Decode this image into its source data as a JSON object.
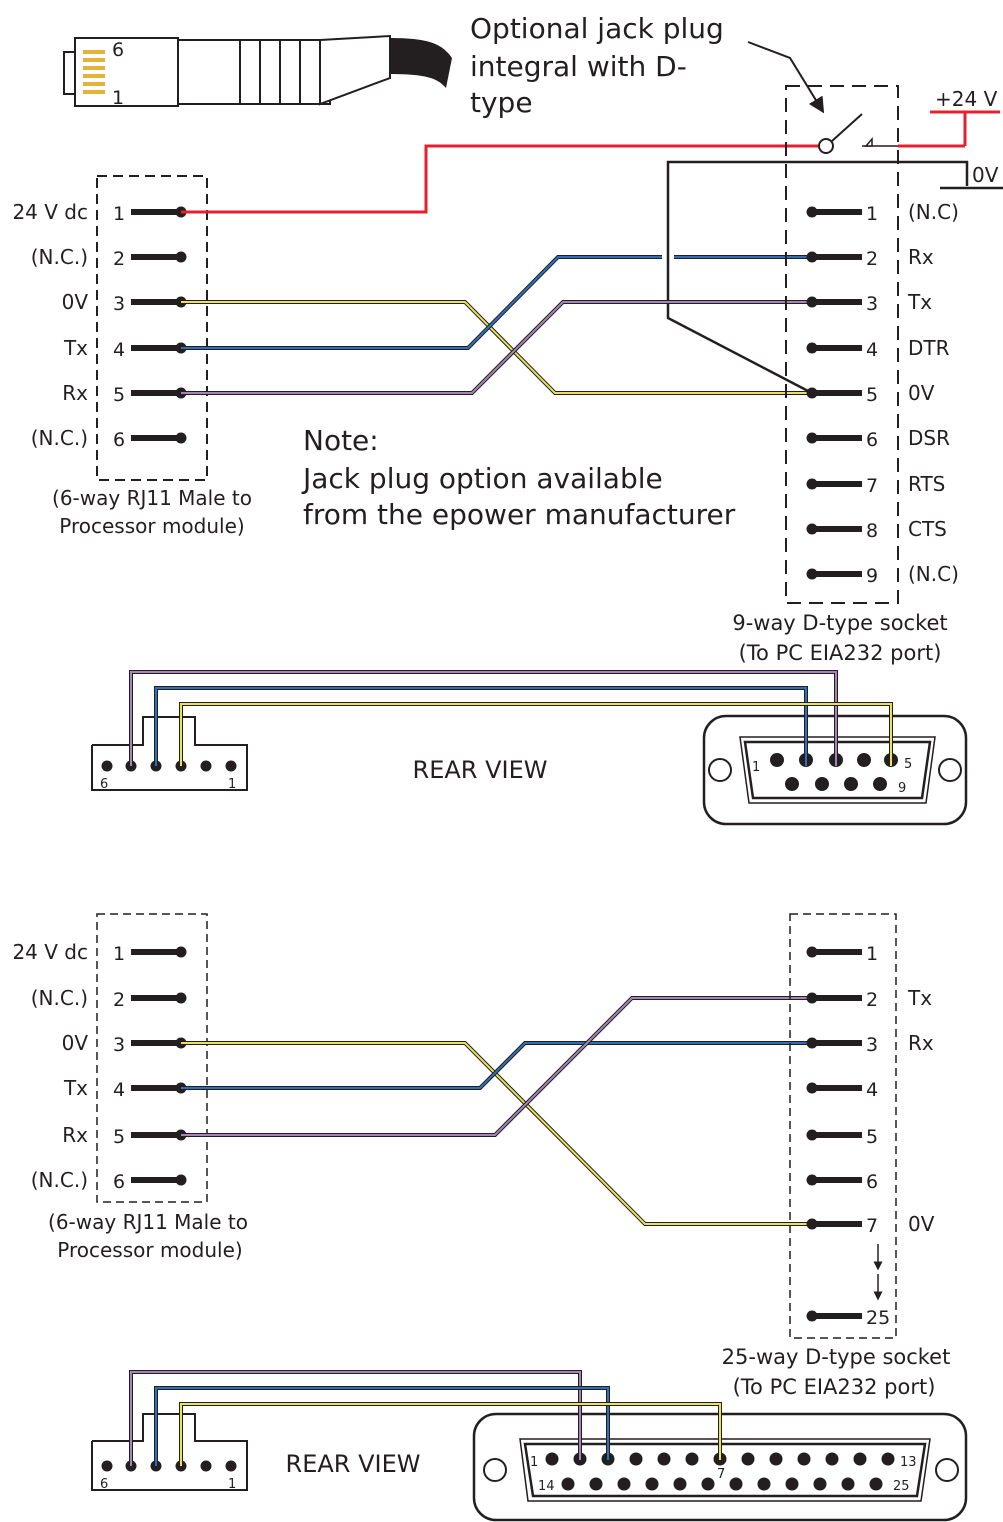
{
  "colors": {
    "red": "#e4202e",
    "blue": "#2e6fb7",
    "purple": "#a684b8",
    "yellow": "#e9e25a",
    "dark": "#231f20"
  },
  "jack": {
    "pin_top": "6",
    "pin_bottom": "1"
  },
  "callout": {
    "lines": [
      "Optional jack plug",
      "integral with D-",
      "type"
    ]
  },
  "supply": {
    "plus": "+24 V",
    "zero": "0V"
  },
  "note": {
    "lines": [
      "Note:",
      "Jack plug option available",
      "from the epower manufacturer"
    ]
  },
  "upper": {
    "rj11_labels": [
      "24 V dc",
      "(N.C.)",
      "0V",
      "Tx",
      "Rx",
      "(N.C.)"
    ],
    "rj11_pins": [
      "1",
      "2",
      "3",
      "4",
      "5",
      "6"
    ],
    "rj11_caption": [
      "(6-way RJ11 Male to",
      "Processor module)"
    ],
    "d9_pins": [
      "1",
      "2",
      "3",
      "4",
      "5",
      "6",
      "7",
      "8",
      "9"
    ],
    "d9_labels": [
      "(N.C)",
      "Rx",
      "Tx",
      "DTR",
      "0V",
      "DSR",
      "RTS",
      "CTS",
      "(N.C)"
    ],
    "d9_caption": [
      "9-way D-type socket",
      "(To PC EIA232 port)"
    ],
    "rear_view": "REAR VIEW",
    "rj_rear_pins": [
      "6",
      "1"
    ],
    "d9_rear_pins": [
      "1",
      "5",
      "9"
    ]
  },
  "lower": {
    "rj11_labels": [
      "24 V dc",
      "(N.C.)",
      "0V",
      "Tx",
      "Rx",
      "(N.C.)"
    ],
    "rj11_pins": [
      "1",
      "2",
      "3",
      "4",
      "5",
      "6"
    ],
    "rj11_caption": [
      "(6-way RJ11 Male to",
      "Processor module)"
    ],
    "d25_pins": [
      "1",
      "2",
      "3",
      "4",
      "5",
      "6",
      "7",
      "25"
    ],
    "d25_labels": [
      "Tx",
      "Rx",
      "0V"
    ],
    "d25_caption": [
      "25-way D-type socket",
      "(To PC EIA232 port)"
    ],
    "rear_view": "REAR VIEW",
    "rj_rear_pins": [
      "6",
      "1"
    ],
    "d25_rear_pins": [
      "1",
      "13",
      "7",
      "14",
      "25"
    ]
  }
}
